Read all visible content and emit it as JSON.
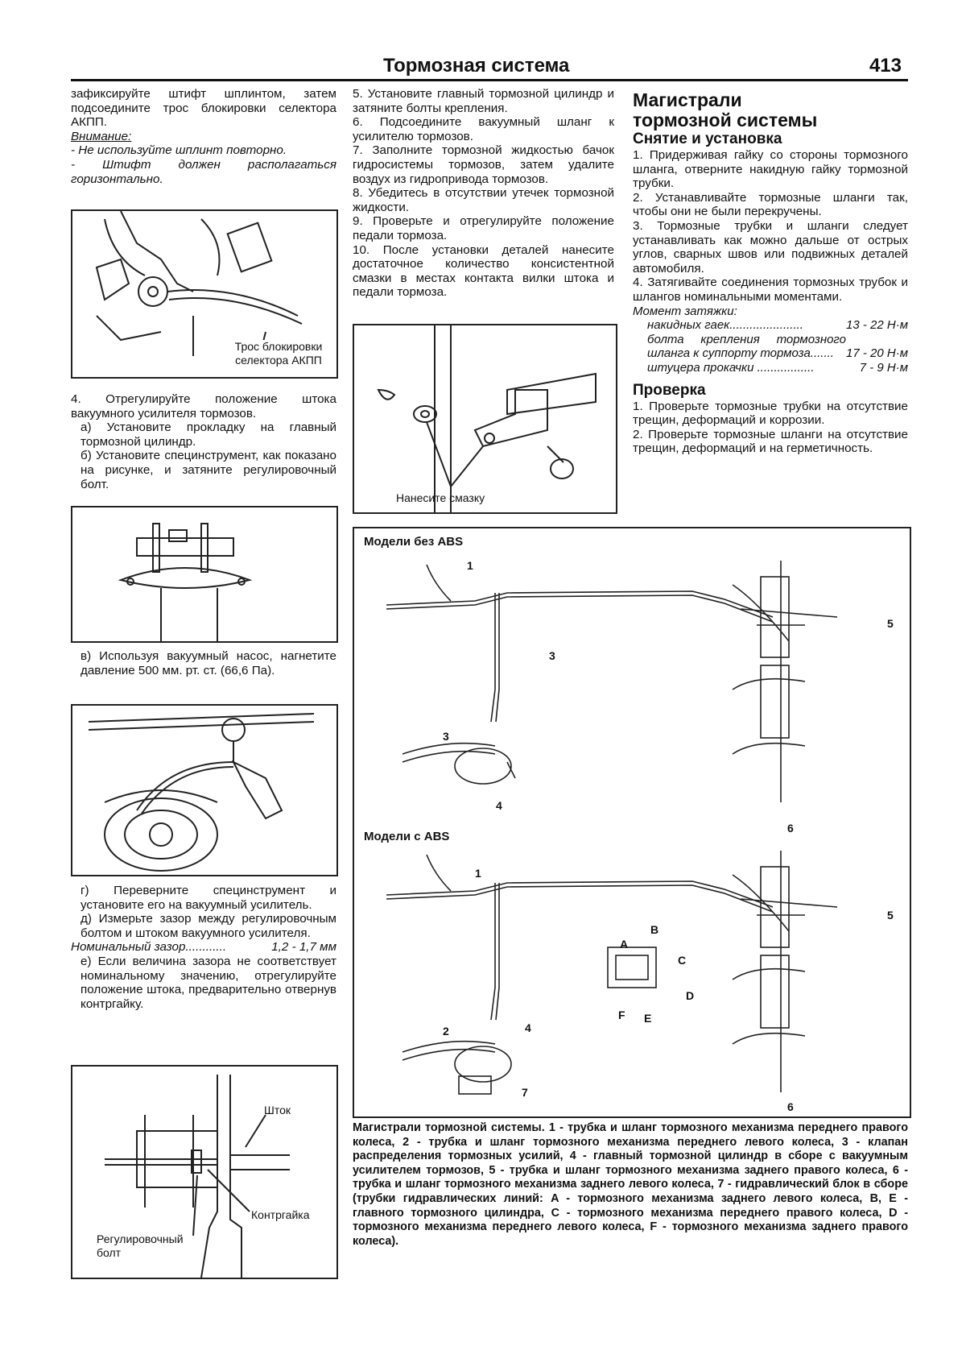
{
  "header": {
    "title": "Тормозная система",
    "page": "413"
  },
  "col1": {
    "p1": "зафиксируйте штифт шплинтом, затем подсоедините трос блокировки селектора АКПП.",
    "warn_title": "Внимание:",
    "warn1": "- Не используйте шплинт повторно.",
    "warn2": "- Штифт должен располагаться горизонтально.",
    "fig1_label_1": "Трос блокировки",
    "fig1_label_2": "селектора АКПП",
    "step4": "4. Отрегулируйте положение штока вакуумного усилителя тормозов.",
    "step4a": "а) Установите прокладку на главный тормозной цилиндр.",
    "step4b": "б) Установите специнструмент, как показано на рисунке, и затяните регулировочный болт.",
    "step4v": "в) Используя вакуумный насос, нагнетите давление 500 мм. рт. ст. (66,6 Па).",
    "step4g": "г) Переверните специнструмент и установите его на вакуумный усилитель.",
    "step4d": "д) Измерьте зазор между регулировочным болтом и штоком вакуумного усилителя.",
    "nominal_label": "Номинальный зазор............",
    "nominal_value": "1,2 - 1,7 мм",
    "step4e": "е) Если величина зазора не соответствует номинальному значению, отрегулируйте положение штока, предварительно отвернув контргайку.",
    "fig4_shtok": "Шток",
    "fig4_kontr": "Контргайка",
    "fig4_bolt_1": "Регулировочный",
    "fig4_bolt_2": "болт"
  },
  "col2": {
    "s5": "5. Установите главный тормозной цилиндр и затяните болты крепления.",
    "s6": "6. Подсоедините вакуумный шланг к усилителю тормозов.",
    "s7": "7. Заполните тормозной жидкостью бачок гидросистемы тормозов, затем удалите воздух из гидропривода тормозов.",
    "s8": "8. Убедитесь в отсутствии утечек тормозной жидкости.",
    "s9": "9. Проверьте и отрегулируйте положение педали тормоза.",
    "s10": "10. После установки деталей нанесите достаточное количество консистентной смазки в местах контакта вилки штока и педали тормоза.",
    "fig_label": "Нанесите смазку"
  },
  "col3": {
    "title_1": "Магистрали",
    "title_2": "тормозной системы",
    "sub1": "Снятие и установка",
    "i1": "1. Придерживая гайку со стороны тормозного шланга, отверните накидную гайку тормозной трубки.",
    "i2": "2. Устанавливайте тормозные шланги так, чтобы они не были перекручены.",
    "i3": "3. Тормозные трубки и шланги следует устанавливать как можно дальше от острых углов, сварных швов или подвижных деталей автомобиля.",
    "i4": "4. Затягивайте соединения тормозных трубок и шлангов номинальными моментами.",
    "torque_title": "Момент затяжки:",
    "torque": [
      {
        "label": "накидных гаек......................",
        "value": "13 - 22 Н·м"
      },
      {
        "label": "болта крепления тормозного шланга к суппорту тормоза.......",
        "value": "17 - 20 Н·м"
      },
      {
        "label": "штуцера прокачки .................",
        "value": "7 - 9 Н·м"
      }
    ],
    "sub2": "Проверка",
    "c1": "1. Проверьте тормозные трубки на отсутствие трещин, деформаций и коррозии.",
    "c2": "2. Проверьте тормозные шланги на отсутствие трещин, деформаций и на герметичность."
  },
  "diagram": {
    "title_no_abs": "Модели без ABS",
    "title_abs": "Модели с ABS",
    "labels_top": [
      "1",
      "3",
      "3",
      "4",
      "5",
      "6"
    ],
    "labels_bottom": [
      "1",
      "2",
      "4",
      "7",
      "5",
      "6"
    ],
    "abs_letters": [
      "A",
      "B",
      "C",
      "D",
      "E",
      "F"
    ],
    "caption": "Магистрали тормозной системы. 1 - трубка и шланг тормозного механизма переднего правого колеса, 2 - трубка и шланг тормозного механизма переднего левого колеса, 3 - клапан распределения тормозных усилий, 4 - главный тормозной цилиндр в сборе с вакуумным усилителем тормозов, 5 - трубка и шланг тормозного механизма заднего правого колеса, 6 - трубка и шланг тормозного механизма заднего левого колеса, 7 - гидравлический блок в сборе (трубки гидравлических линий: A - тормозного механизма заднего левого колеса, B, E - главного тормозного цилиндра, C - тормозного механизма переднего правого колеса, D - тормозного механизма переднего левого колеса, F - тормозного механизма заднего правого колеса)."
  }
}
